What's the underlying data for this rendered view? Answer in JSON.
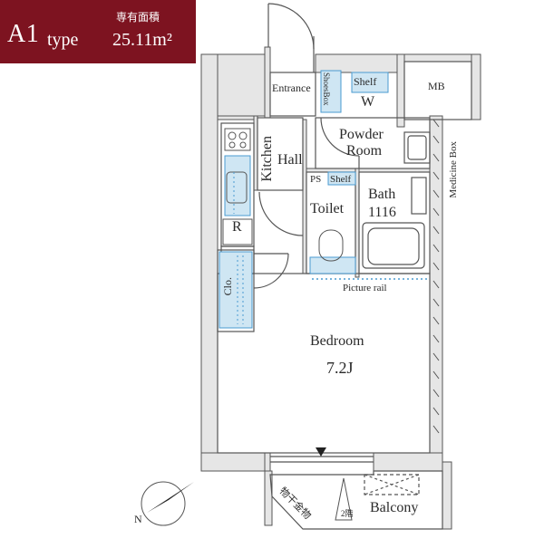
{
  "header": {
    "type_name": "A1",
    "type_suffix": "type",
    "area_label": "専有面積",
    "area_value": "25.11m²",
    "background_color": "#7d1320"
  },
  "rooms": {
    "entrance": "Entrance",
    "shoes_box": "ShoesBox",
    "shelf_top": "Shelf",
    "washer": "W",
    "mb": "MB",
    "powder_room_line1": "Powder",
    "powder_room_line2": "Room",
    "kitchen": "Kitchen",
    "hall": "Hall",
    "ps": "PS",
    "shelf_mid": "Shelf",
    "toilet": "Toilet",
    "bath": "Bath",
    "bath_size": "1116",
    "medicine_box": "Medicine Box",
    "refrigerator": "R",
    "closet": "Clo.",
    "picture_rail": "Picture rail",
    "bedroom": "Bedroom",
    "bedroom_size": "7.2J",
    "storage": "物干金物",
    "floor_2": "2階",
    "balcony": "Balcony",
    "north": "N"
  },
  "colors": {
    "wall_fill": "#e6e6e6",
    "line": "#555555",
    "blue_fill": "#cfe6f3",
    "accent_blue": "#4a9bd0"
  }
}
